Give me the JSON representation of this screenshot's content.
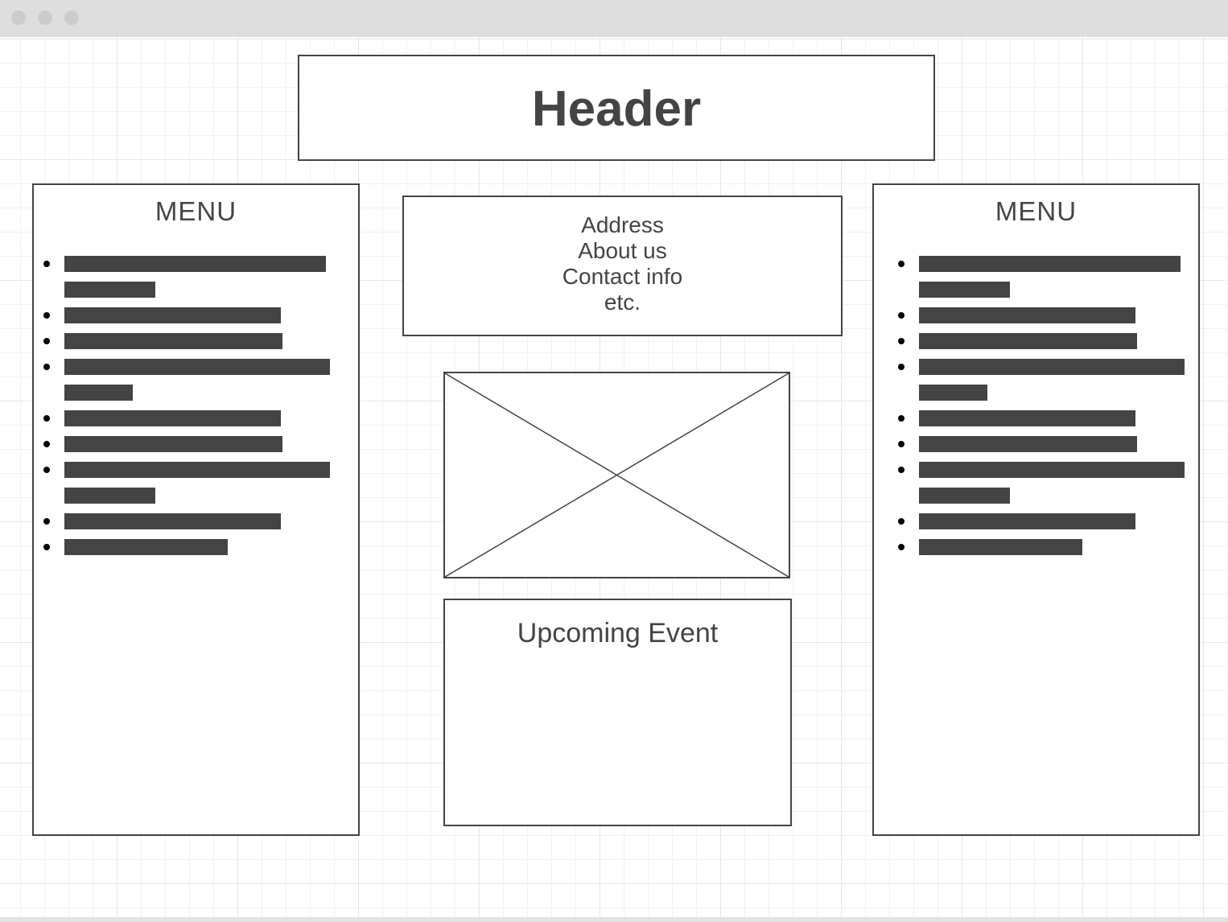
{
  "header": {
    "title": "Header"
  },
  "left_menu": {
    "title": "MENU"
  },
  "right_menu": {
    "title": "MENU"
  },
  "info": {
    "lines": [
      "Address",
      "About us",
      "Contact info",
      "etc."
    ]
  },
  "event": {
    "title": "Upcoming Event"
  },
  "colors": {
    "ink": "#444444",
    "titlebar": "#dedede",
    "grid_major": "#e6e6e6",
    "grid_minor": "#f1f1f1"
  },
  "icons": {
    "window_controls": [
      "window-dot",
      "window-dot",
      "window-dot"
    ],
    "image_placeholder": "crossed-box-image-icon"
  }
}
